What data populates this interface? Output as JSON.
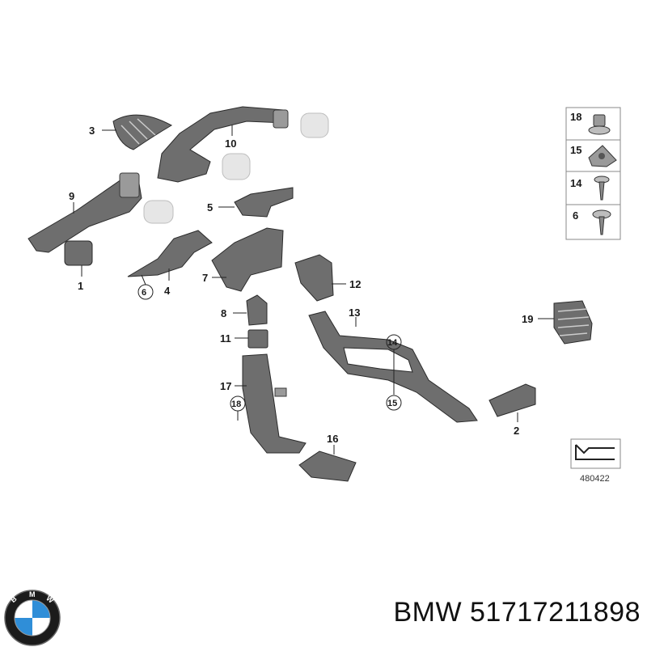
{
  "labels": {
    "l1": "1",
    "l2": "2",
    "l3": "3",
    "l4": "4",
    "l5": "5",
    "l6": "6",
    "l7": "7",
    "l8": "8",
    "l9": "9",
    "l10": "10",
    "l11": "11",
    "l12": "12",
    "l13": "13",
    "l14": "14",
    "l15": "15",
    "l16": "16",
    "l17": "17",
    "l18": "18",
    "l19": "19"
  },
  "legend": {
    "items": [
      "18",
      "15",
      "14",
      "6"
    ]
  },
  "reference_code": "480422",
  "caption": {
    "brand": "BMW",
    "part_number": "51717211898",
    "text": "BMW 51717211898"
  },
  "colors": {
    "part": "#6e6e6e",
    "ghost": "#e6e6e6",
    "logo_blue": "#2f8ed8"
  }
}
